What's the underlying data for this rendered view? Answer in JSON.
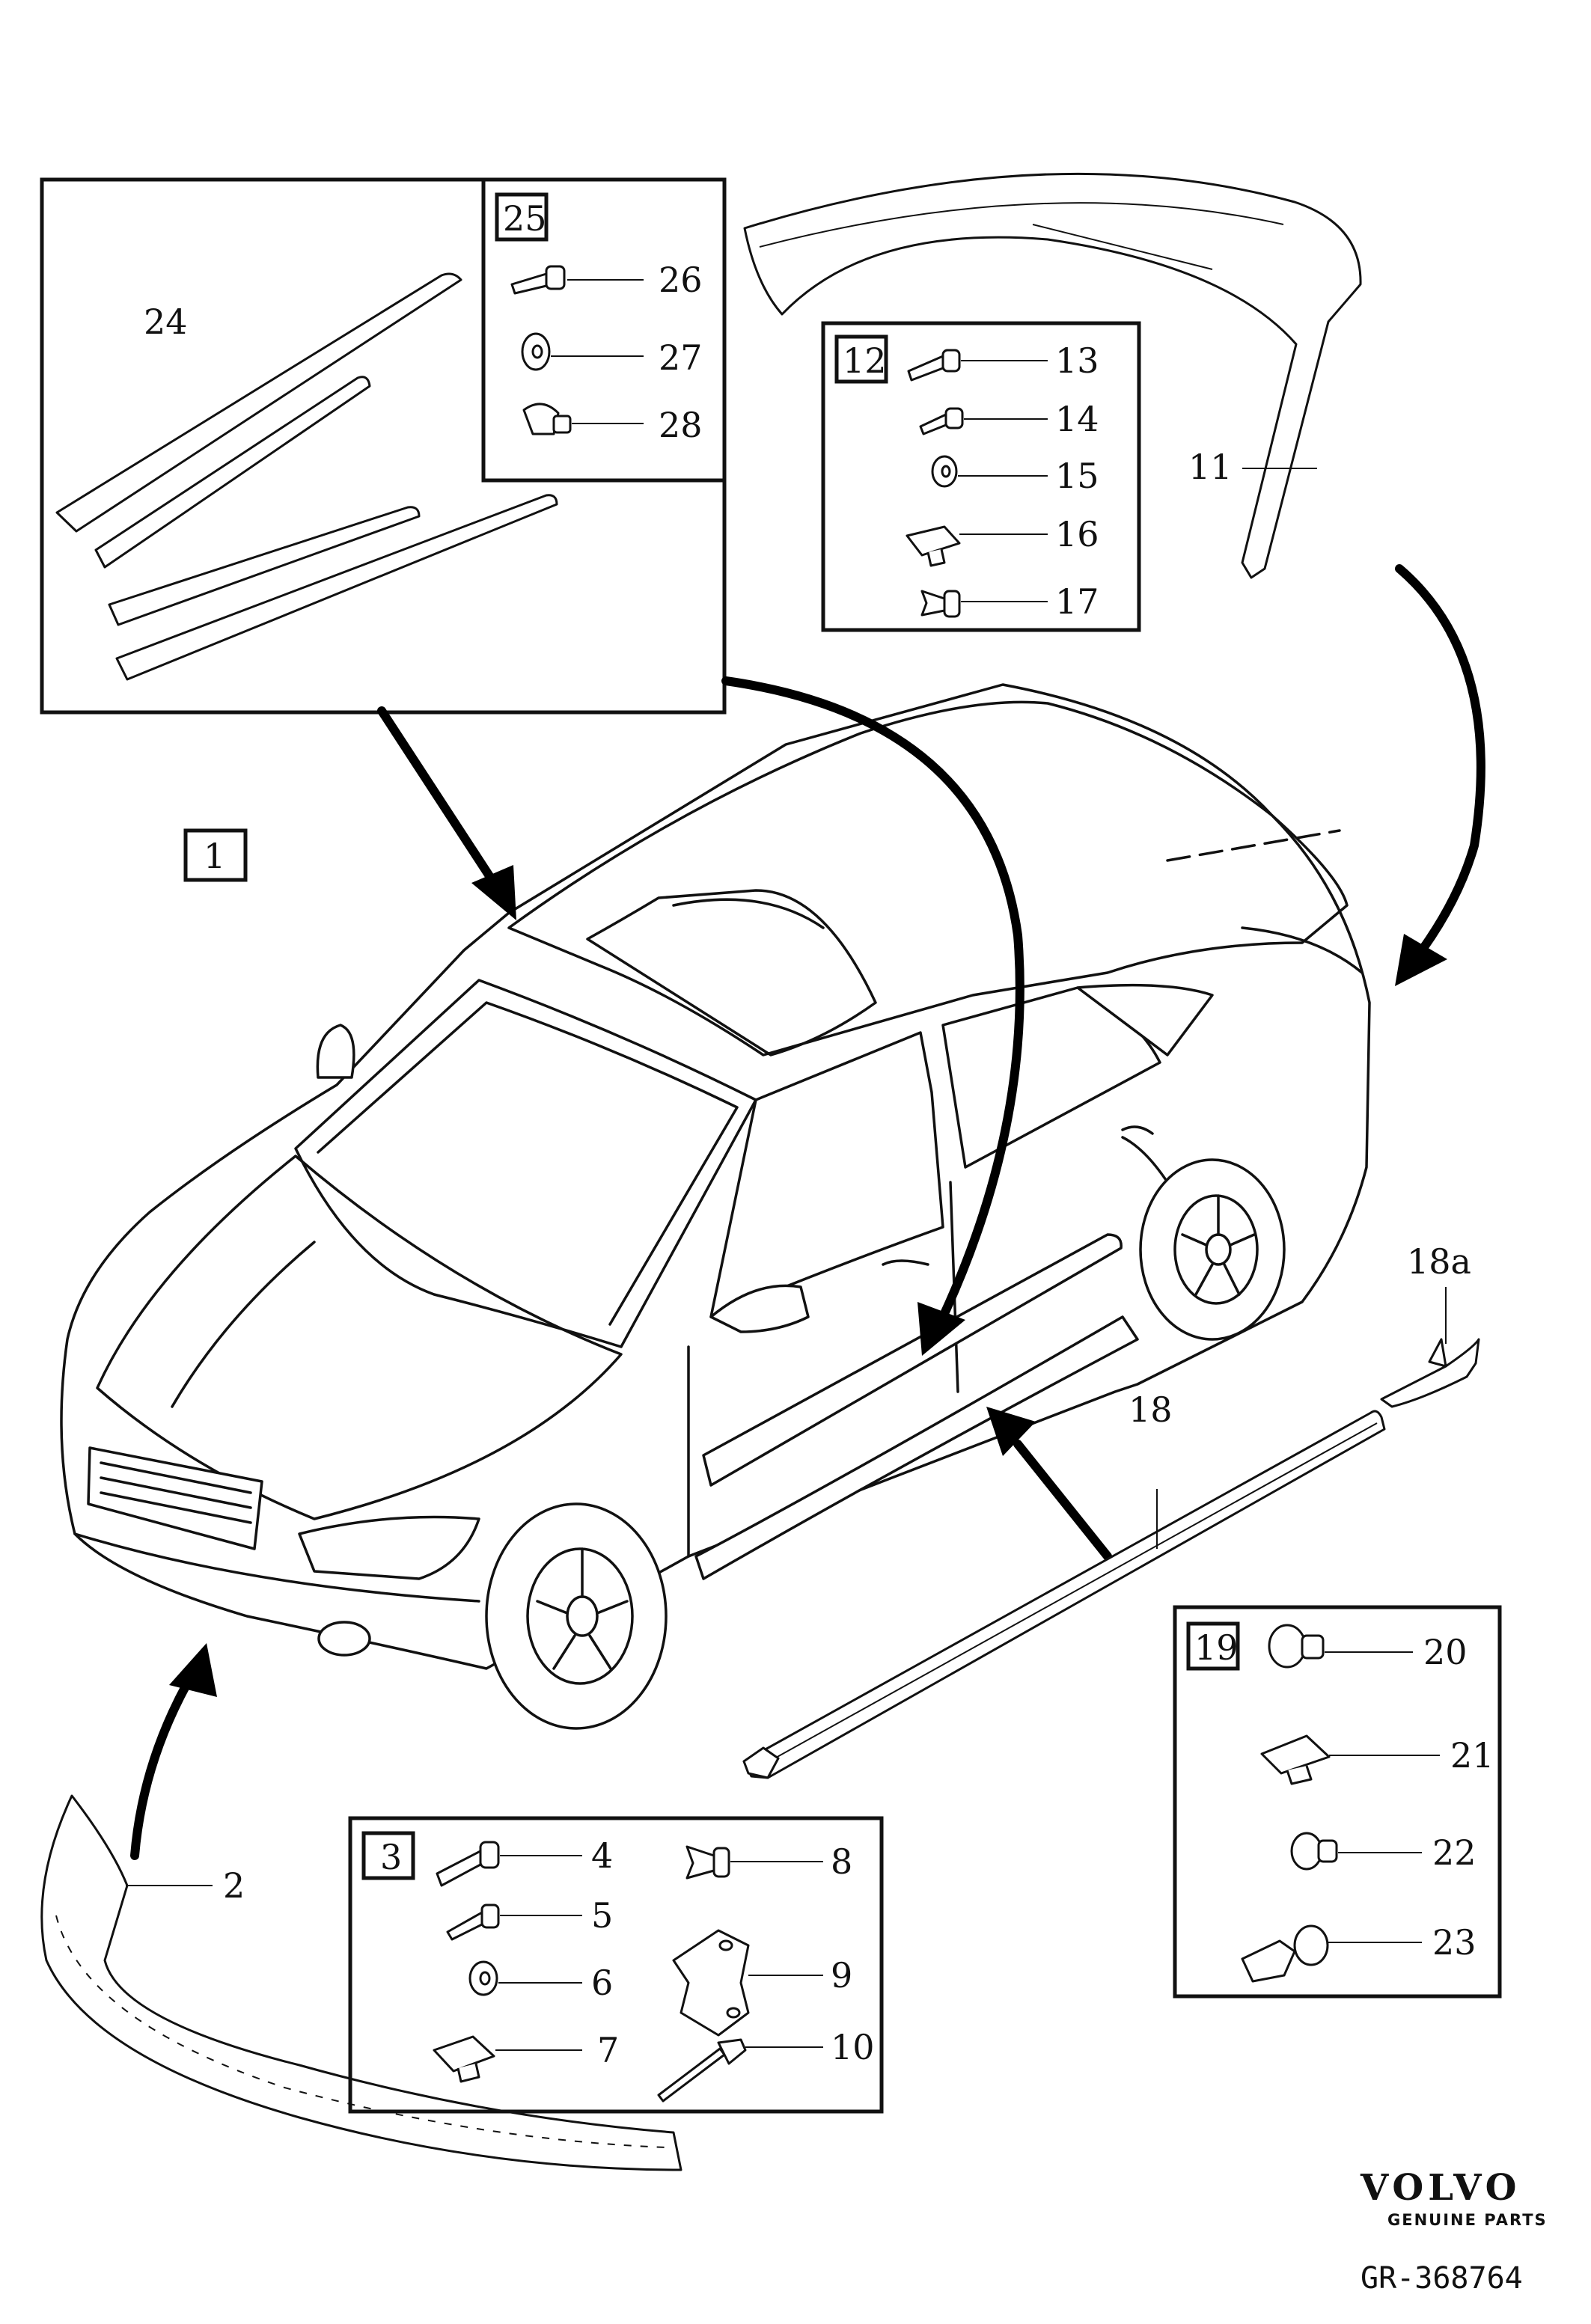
{
  "callouts": {
    "c1": "1",
    "c2": "2",
    "c3": "3",
    "c4": "4",
    "c5": "5",
    "c6": "6",
    "c7": "7",
    "c8": "8",
    "c9": "9",
    "c10": "10",
    "c11": "11",
    "c12": "12",
    "c13": "13",
    "c14": "14",
    "c15": "15",
    "c16": "16",
    "c17": "17",
    "c18": "18",
    "c18a": "18a",
    "c19": "19",
    "c20": "20",
    "c21": "21",
    "c22": "22",
    "c23": "23",
    "c24": "24",
    "c25": "25",
    "c26": "26",
    "c27": "27",
    "c28": "28"
  },
  "brand": {
    "name": "VOLVO",
    "tagline": "GENUINE PARTS"
  },
  "diagram_code": "GR-368764"
}
